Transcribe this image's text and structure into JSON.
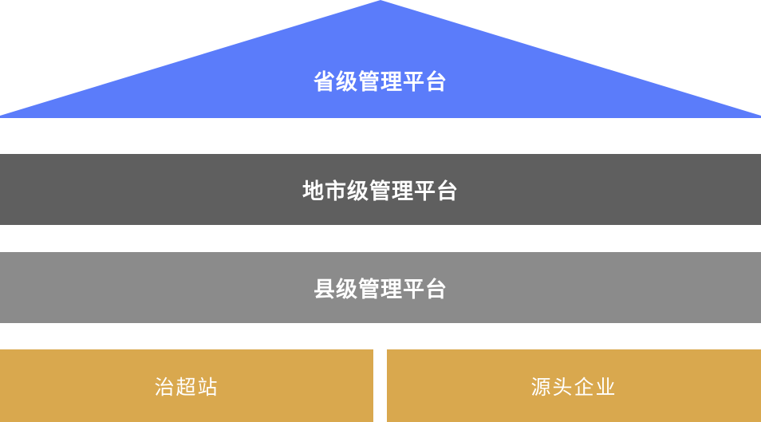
{
  "diagram": {
    "type": "pyramid-hierarchy",
    "colors": {
      "tier1": "#5b7cfa",
      "tier2": "#5f5f5f",
      "tier3": "#8b8b8b",
      "tier4": "#d9a84e",
      "label_text": "#ffffff",
      "background": "#ffffff"
    },
    "tiers": [
      {
        "id": "province",
        "label": "省级管理平台",
        "shape": "triangle"
      },
      {
        "id": "city",
        "label": "地市级管理平台",
        "shape": "bar"
      },
      {
        "id": "county",
        "label": "县级管理平台",
        "shape": "bar"
      },
      {
        "id": "station",
        "label": "治超站",
        "shape": "bar-half"
      },
      {
        "id": "enterprise",
        "label": "源头企业",
        "shape": "bar-half"
      }
    ]
  }
}
